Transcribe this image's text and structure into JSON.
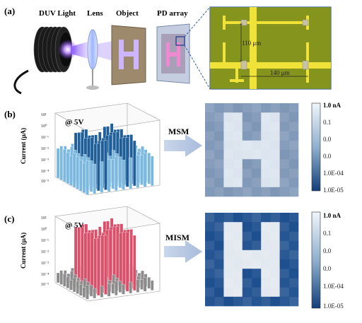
{
  "panel_a": {
    "letter": "(a)",
    "labels": [
      "DUV Light",
      "Lens",
      "Object",
      "PD array"
    ],
    "micro_dims": [
      "110 μm",
      "140 μm"
    ]
  },
  "panel_b": {
    "letter": "(b)",
    "bias": "@ 5V",
    "ylabel": "Current (μA)",
    "yticks": [
      "10¹",
      "10⁰",
      "10⁻¹",
      "10⁻²",
      "10⁻³",
      "10⁻⁴",
      "10⁻⁵"
    ],
    "mode": "MSM",
    "colorbar": [
      "1.0 nA",
      "0.1",
      "0.0",
      "0.0",
      "1.0E-04",
      "1.0E-05"
    ],
    "colors": {
      "low": "#7bb8e0",
      "high": "#1e5f99",
      "map_bg": "#7e97b7",
      "map_h": "#dbe4ee"
    }
  },
  "panel_c": {
    "letter": "(c)",
    "bias": "@ 5V",
    "ylabel": "Current (μA)",
    "yticks": [
      "10¹",
      "10⁰",
      "10⁻¹",
      "10⁻²",
      "10⁻³",
      "10⁻⁴",
      "10⁻⁵"
    ],
    "mode": "MISM",
    "colorbar": [
      "1.0 nA",
      "0.1",
      "0.0",
      "0.0",
      "1.0E-04",
      "1.0E-05"
    ],
    "colors": {
      "low": "#8c8c8c",
      "high": "#d9506a",
      "map_bg": "#1e4f8e",
      "map_h": "#e2e8ef"
    }
  }
}
